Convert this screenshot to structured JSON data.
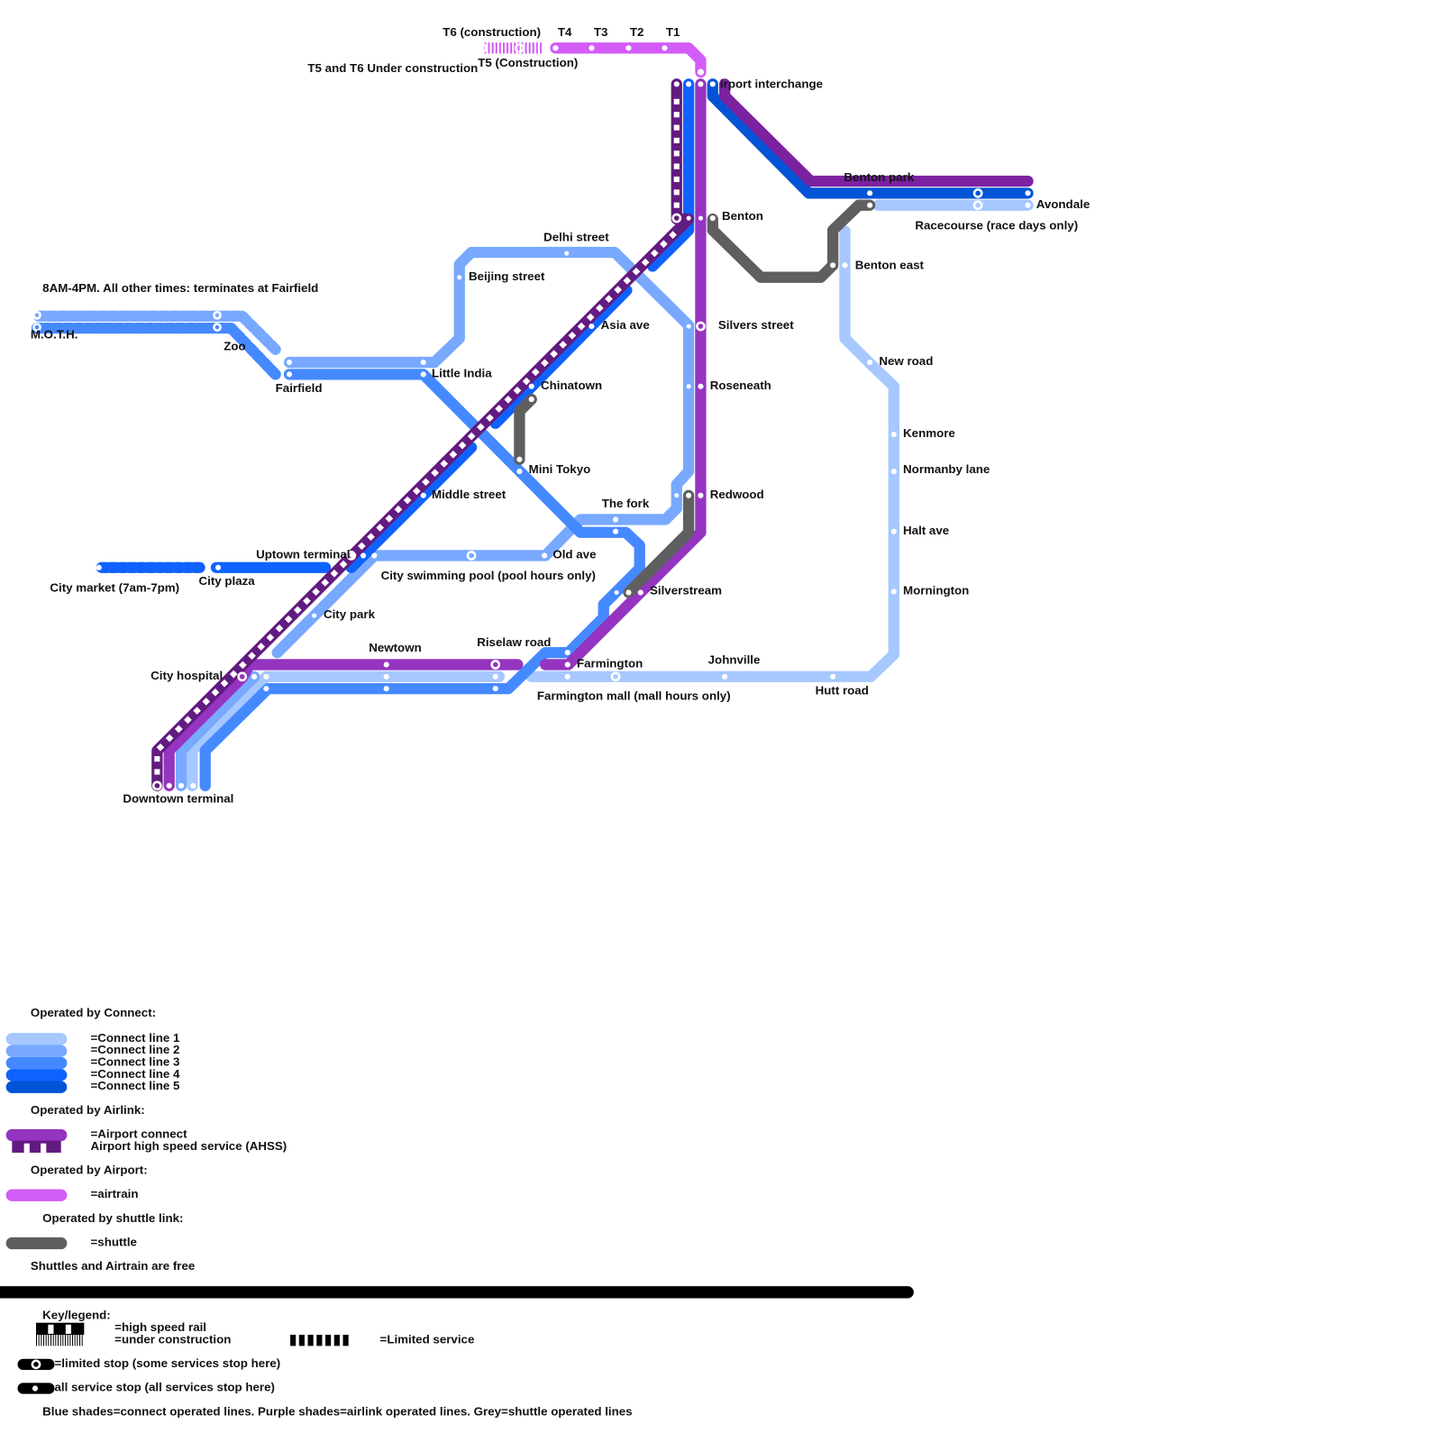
{
  "colors": {
    "connect1": "#a6c8ff",
    "connect2": "#78a9ff",
    "connect3": "#4589ff",
    "connect4": "#0f62fe",
    "connect5": "#0353d6",
    "airport_connect": "#9534c0",
    "ahss": "#621b80",
    "airtrain": "#d25cf7",
    "shuttle": "#5f5f5f",
    "airport_connect_branch": "#7c21a0"
  },
  "notes": {
    "construction": "T5 and T6 Under construction",
    "moth_hours": "8AM-4PM. All other times: terminates at Fairfield"
  },
  "stations": {
    "t6": "T6 (construction)",
    "t5": "T5 (Construction)",
    "t4": "T4",
    "t3": "T3",
    "t2": "T2",
    "t1": "T1",
    "airport_interchange": "irport interchange",
    "benton": "Benton",
    "benton_park": "Benton park",
    "avondale": "Avondale",
    "racecourse": "Racecourse (race days only)",
    "benton_east": "Benton east",
    "delhi_street": "Delhi street",
    "beijing_street": "Beijing street",
    "moth": "M.O.T.H.",
    "zoo": "Zoo",
    "fairfield": "Fairfield",
    "little_india": "Little India",
    "asia_ave": "Asia ave",
    "silvers_street": "Silvers street",
    "new_road": "New road",
    "chinatown": "Chinatown",
    "roseneath": "Roseneath",
    "kenmore": "Kenmore",
    "mini_tokyo": "Mini Tokyo",
    "normanby_lane": "Normanby lane",
    "middle_street": "Middle street",
    "redwood": "Redwood",
    "the_fork": "The fork",
    "halt_ave": "Halt ave",
    "uptown_terminal": "Uptown terminal",
    "old_ave": "Old ave",
    "city_swimming_pool": "City swimming pool (pool hours only)",
    "city_market": "City market (7am-7pm)",
    "city_plaza": "City plaza",
    "silverstream": "Silverstream",
    "mornington": "Mornington",
    "city_park": "City park",
    "newtown": "Newtown",
    "riselaw_road": "Riselaw road",
    "farmington": "Farmington",
    "johnville": "Johnville",
    "city_hospital": "City hospital",
    "hutt_road": "Hutt road",
    "farmington_mall": "Farmington mall (mall hours only)",
    "downtown_terminal": "Downtown terminal"
  },
  "legend": {
    "connect_heading": "Operated by Connect:",
    "connect_lines": [
      "=Connect line 1",
      "=Connect line 2",
      "=Connect line 3",
      "=Connect line 4",
      "=Connect line 5"
    ],
    "airlink_heading": "Operated by Airlink:",
    "airport_connect": "=Airport connect",
    "ahss": "Airport high speed service (AHSS)",
    "airport_heading": "Operated by Airport:",
    "airtrain": "=airtrain",
    "shuttle_heading": "Operated by shuttle link:",
    "shuttle": "=shuttle",
    "free_note": "Shuttles and Airtrain are free"
  },
  "key": {
    "heading": "Key/legend:",
    "high_speed": "=high speed rail",
    "construction": "=under construction",
    "limited_service": "=Limited service",
    "limited_stop": "=limited stop (some services stop here)",
    "all_stop": "all service stop (all services stop here)",
    "shades_note": "Blue shades=connect operated lines. Purple shades=airlink operated lines. Grey=shuttle operated lines"
  }
}
